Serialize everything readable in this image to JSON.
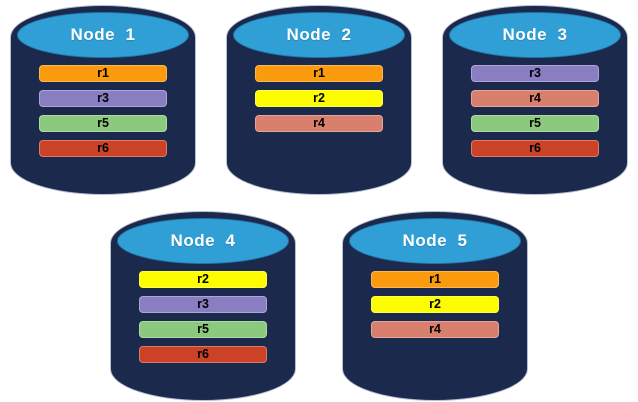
{
  "background": "#ffffff",
  "palette": {
    "cylinder_body": "#1b2a4c",
    "cylinder_top": "#2f9fd6",
    "title_color": "#ffffff",
    "record_label_color": "#000000"
  },
  "record_colors": {
    "r1": "#f99b0c",
    "r2": "#fdfd00",
    "r3": "#8a7ec2",
    "r4": "#d97f6e",
    "r5": "#8bc97e",
    "r6": "#cb4226"
  },
  "nodes": [
    {
      "title": "Node  1",
      "records": [
        "r1",
        "r3",
        "r5",
        "r6"
      ]
    },
    {
      "title": "Node  2",
      "records": [
        "r1",
        "r2",
        "r4"
      ]
    },
    {
      "title": "Node  3",
      "records": [
        "r3",
        "r4",
        "r5",
        "r6"
      ]
    },
    {
      "title": "Node  4",
      "records": [
        "r2",
        "r3",
        "r5",
        "r6"
      ]
    },
    {
      "title": "Node  5",
      "records": [
        "r1",
        "r2",
        "r4"
      ]
    }
  ]
}
